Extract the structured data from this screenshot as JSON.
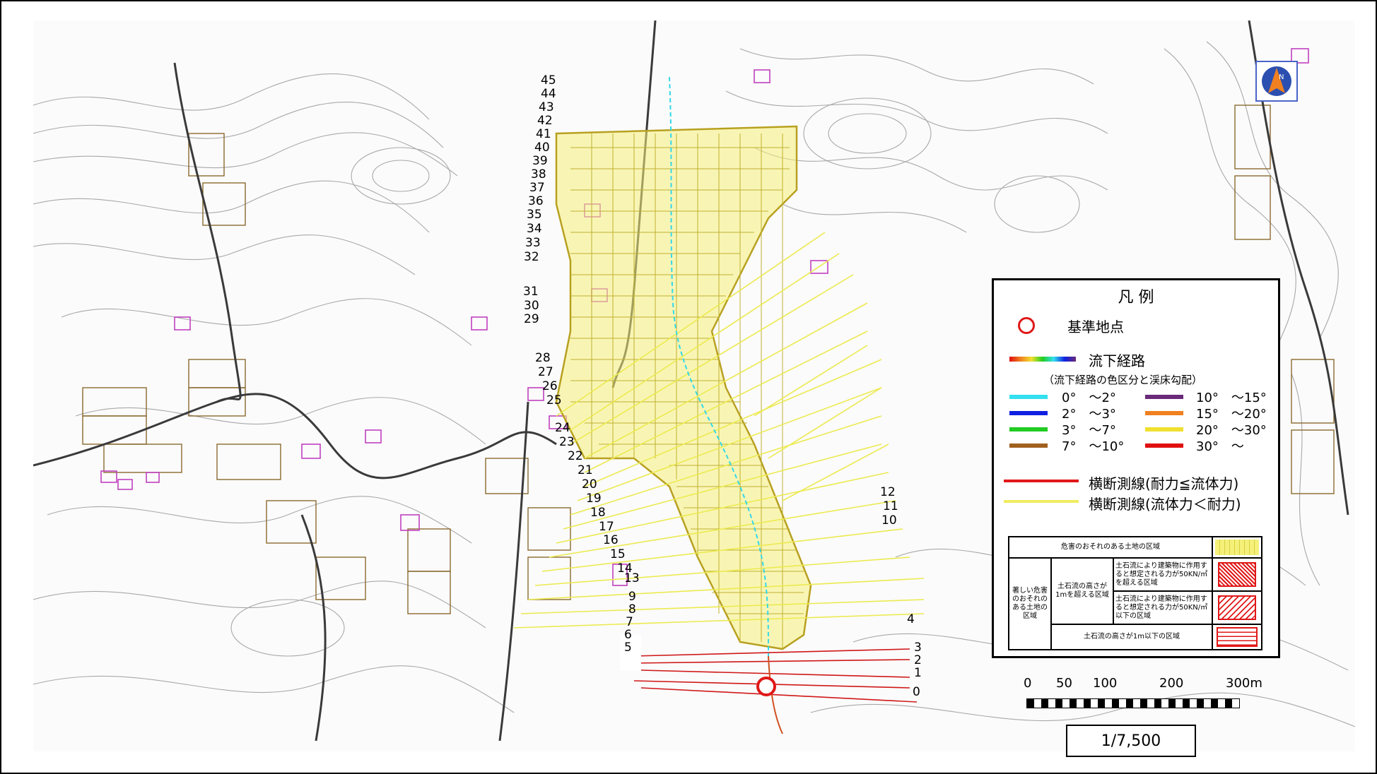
{
  "legend": {
    "title": "凡 例",
    "reference_point": "基準地点",
    "flow_path": "流下経路",
    "flow_path_note": "（流下経路の色区分と渓床勾配）",
    "slope_classes": [
      {
        "label": "0°　～2°",
        "color": "#33e0f0"
      },
      {
        "label": "2°　～3°",
        "color": "#1020e0"
      },
      {
        "label": "3°　～7°",
        "color": "#22cc22"
      },
      {
        "label": "7°　～10°",
        "color": "#a0601e"
      },
      {
        "label": "10°　～15°",
        "color": "#6a2a7a"
      },
      {
        "label": "15°　～20°",
        "color": "#f08020"
      },
      {
        "label": "20°　～30°",
        "color": "#f0e030"
      },
      {
        "label": "30°　～",
        "color": "#e01010"
      }
    ],
    "cross_section_red": "横断測線(耐力≦流体力)",
    "cross_section_yellow": "横断測線(流体力＜耐力)",
    "zone_table": {
      "hazard_area": "危害のおそれのある土地の区域",
      "severe_area": "著しい危害のおそれのある土地の区域",
      "height_over_1m": "土石流の高さが1mを超える区域",
      "force_over": "土石流により建築物に作用すると想定される力が50KN/㎡を超える区域",
      "force_under": "土石流により建築物に作用すると想定される力が50KN/㎡以下の区域",
      "height_under_1m": "土石流の高さが1m以下の区域"
    }
  },
  "colors": {
    "red_line": "#e01818",
    "yellow_line": "#f0ec60",
    "hazard_yellow": "#f5f07a",
    "contour": "#9a9a9a",
    "road": "#404040",
    "building": "#c040c0"
  },
  "icons": {
    "north_arrow": "north-arrow-icon",
    "reference_marker": "red-circle-icon"
  },
  "scale": {
    "ticks": [
      "0",
      "50",
      "100",
      "200",
      "300m"
    ],
    "ratio": "1/7,500"
  },
  "section_numbers_left": [
    "45",
    "44",
    "43",
    "42",
    "41",
    "40",
    "39",
    "38",
    "37",
    "36",
    "35",
    "34",
    "33",
    "32",
    "31",
    "30",
    "29",
    "28",
    "27",
    "26",
    "25",
    "24",
    "23",
    "22",
    "21",
    "20",
    "19",
    "18",
    "17",
    "16",
    "15",
    "14",
    "13",
    "9",
    "8",
    "7",
    "6",
    "5"
  ],
  "section_numbers_right": [
    "12",
    "11",
    "10",
    "4",
    "3",
    "2",
    "1",
    "0"
  ]
}
